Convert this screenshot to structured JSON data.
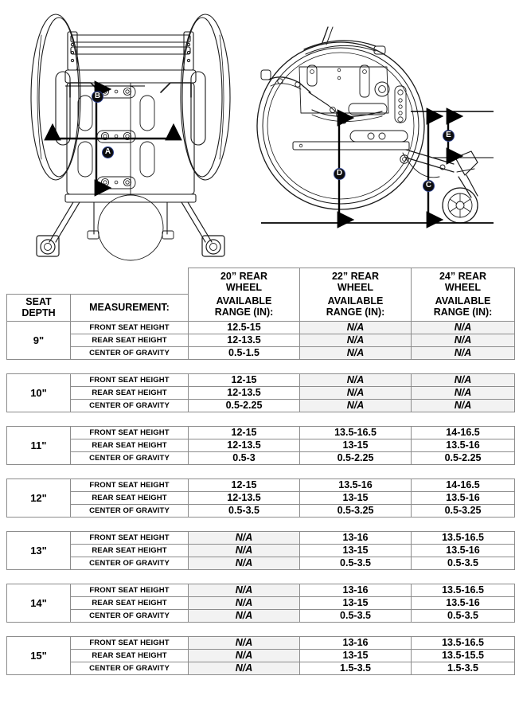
{
  "diagram": {
    "top_view": {
      "name": "wheelchair-top-view",
      "dimension_labels": [
        {
          "id": "A",
          "orientation": "horizontal",
          "description": "seat width"
        },
        {
          "id": "B",
          "orientation": "vertical",
          "description": "seat depth"
        }
      ]
    },
    "side_view": {
      "name": "wheelchair-side-view",
      "dimension_labels": [
        {
          "id": "C",
          "orientation": "vertical",
          "description": "front seat height"
        },
        {
          "id": "D",
          "orientation": "vertical",
          "description": "rear wheel axle to ground"
        },
        {
          "id": "E",
          "orientation": "vertical",
          "description": "center of gravity offset"
        }
      ]
    }
  },
  "table": {
    "headers": {
      "seat_depth": "SEAT\nDEPTH",
      "seat_depth_line1": "SEAT",
      "seat_depth_line2": "DEPTH",
      "measurement": "MEASUREMENT:",
      "wheel_columns": [
        {
          "title_line1": "20” REAR",
          "title_line2": "WHEEL",
          "sub_line1": "AVAILABLE",
          "sub_line2": "RANGE (IN):"
        },
        {
          "title_line1": "22” REAR",
          "title_line2": "WHEEL",
          "sub_line1": "AVAILABLE",
          "sub_line2": "RANGE (IN):"
        },
        {
          "title_line1": "24” REAR",
          "title_line2": "WHEEL",
          "sub_line1": "AVAILABLE",
          "sub_line2": "RANGE (IN):"
        }
      ]
    },
    "measurement_labels": [
      "FRONT SEAT HEIGHT",
      "REAR SEAT HEIGHT",
      "CENTER OF GRAVITY"
    ],
    "groups": [
      {
        "depth": "9\"",
        "rows": [
          {
            "measurement": "FRONT SEAT HEIGHT",
            "w20": "12.5-15",
            "w22": "N/A",
            "w24": "N/A"
          },
          {
            "measurement": "REAR SEAT HEIGHT",
            "w20": "12-13.5",
            "w22": "N/A",
            "w24": "N/A"
          },
          {
            "measurement": "CENTER OF GRAVITY",
            "w20": "0.5-1.5",
            "w22": "N/A",
            "w24": "N/A"
          }
        ]
      },
      {
        "depth": "10\"",
        "rows": [
          {
            "measurement": "FRONT SEAT HEIGHT",
            "w20": "12-15",
            "w22": "N/A",
            "w24": "N/A"
          },
          {
            "measurement": "REAR SEAT HEIGHT",
            "w20": "12-13.5",
            "w22": "N/A",
            "w24": "N/A"
          },
          {
            "measurement": "CENTER OF GRAVITY",
            "w20": "0.5-2.25",
            "w22": "N/A",
            "w24": "N/A"
          }
        ]
      },
      {
        "depth": "11\"",
        "rows": [
          {
            "measurement": "FRONT SEAT HEIGHT",
            "w20": "12-15",
            "w22": "13.5-16.5",
            "w24": "14-16.5"
          },
          {
            "measurement": "REAR SEAT HEIGHT",
            "w20": "12-13.5",
            "w22": "13-15",
            "w24": "13.5-16"
          },
          {
            "measurement": "CENTER OF GRAVITY",
            "w20": "0.5-3",
            "w22": "0.5-2.25",
            "w24": "0.5-2.25"
          }
        ]
      },
      {
        "depth": "12\"",
        "rows": [
          {
            "measurement": "FRONT SEAT HEIGHT",
            "w20": "12-15",
            "w22": "13.5-16",
            "w24": "14-16.5"
          },
          {
            "measurement": "REAR SEAT HEIGHT",
            "w20": "12-13.5",
            "w22": "13-15",
            "w24": "13.5-16"
          },
          {
            "measurement": "CENTER OF GRAVITY",
            "w20": "0.5-3.5",
            "w22": "0.5-3.25",
            "w24": "0.5-3.25"
          }
        ]
      },
      {
        "depth": "13\"",
        "rows": [
          {
            "measurement": "FRONT SEAT HEIGHT",
            "w20": "N/A",
            "w22": "13-16",
            "w24": "13.5-16.5"
          },
          {
            "measurement": "REAR SEAT HEIGHT",
            "w20": "N/A",
            "w22": "13-15",
            "w24": "13.5-16"
          },
          {
            "measurement": "CENTER OF GRAVITY",
            "w20": "N/A",
            "w22": "0.5-3.5",
            "w24": "0.5-3.5"
          }
        ]
      },
      {
        "depth": "14\"",
        "rows": [
          {
            "measurement": "FRONT SEAT HEIGHT",
            "w20": "N/A",
            "w22": "13-16",
            "w24": "13.5-16.5"
          },
          {
            "measurement": "REAR SEAT HEIGHT",
            "w20": "N/A",
            "w22": "13-15",
            "w24": "13.5-16"
          },
          {
            "measurement": "CENTER OF GRAVITY",
            "w20": "N/A",
            "w22": "0.5-3.5",
            "w24": "0.5-3.5"
          }
        ]
      },
      {
        "depth": "15\"",
        "rows": [
          {
            "measurement": "FRONT SEAT HEIGHT",
            "w20": "N/A",
            "w22": "13-16",
            "w24": "13.5-16.5"
          },
          {
            "measurement": "REAR SEAT HEIGHT",
            "w20": "N/A",
            "w22": "13-15",
            "w24": "13.5-15.5"
          },
          {
            "measurement": "CENTER OF GRAVITY",
            "w20": "N/A",
            "w22": "1.5-3.5",
            "w24": "1.5-3.5"
          }
        ]
      }
    ]
  },
  "colors": {
    "na_cell_background": "#f2f2f2",
    "border": "#8c8c8c",
    "badge_fill": "#0d0d0d",
    "badge_ring": "#2b3f8c",
    "text": "#000000",
    "page_background": "#ffffff"
  }
}
